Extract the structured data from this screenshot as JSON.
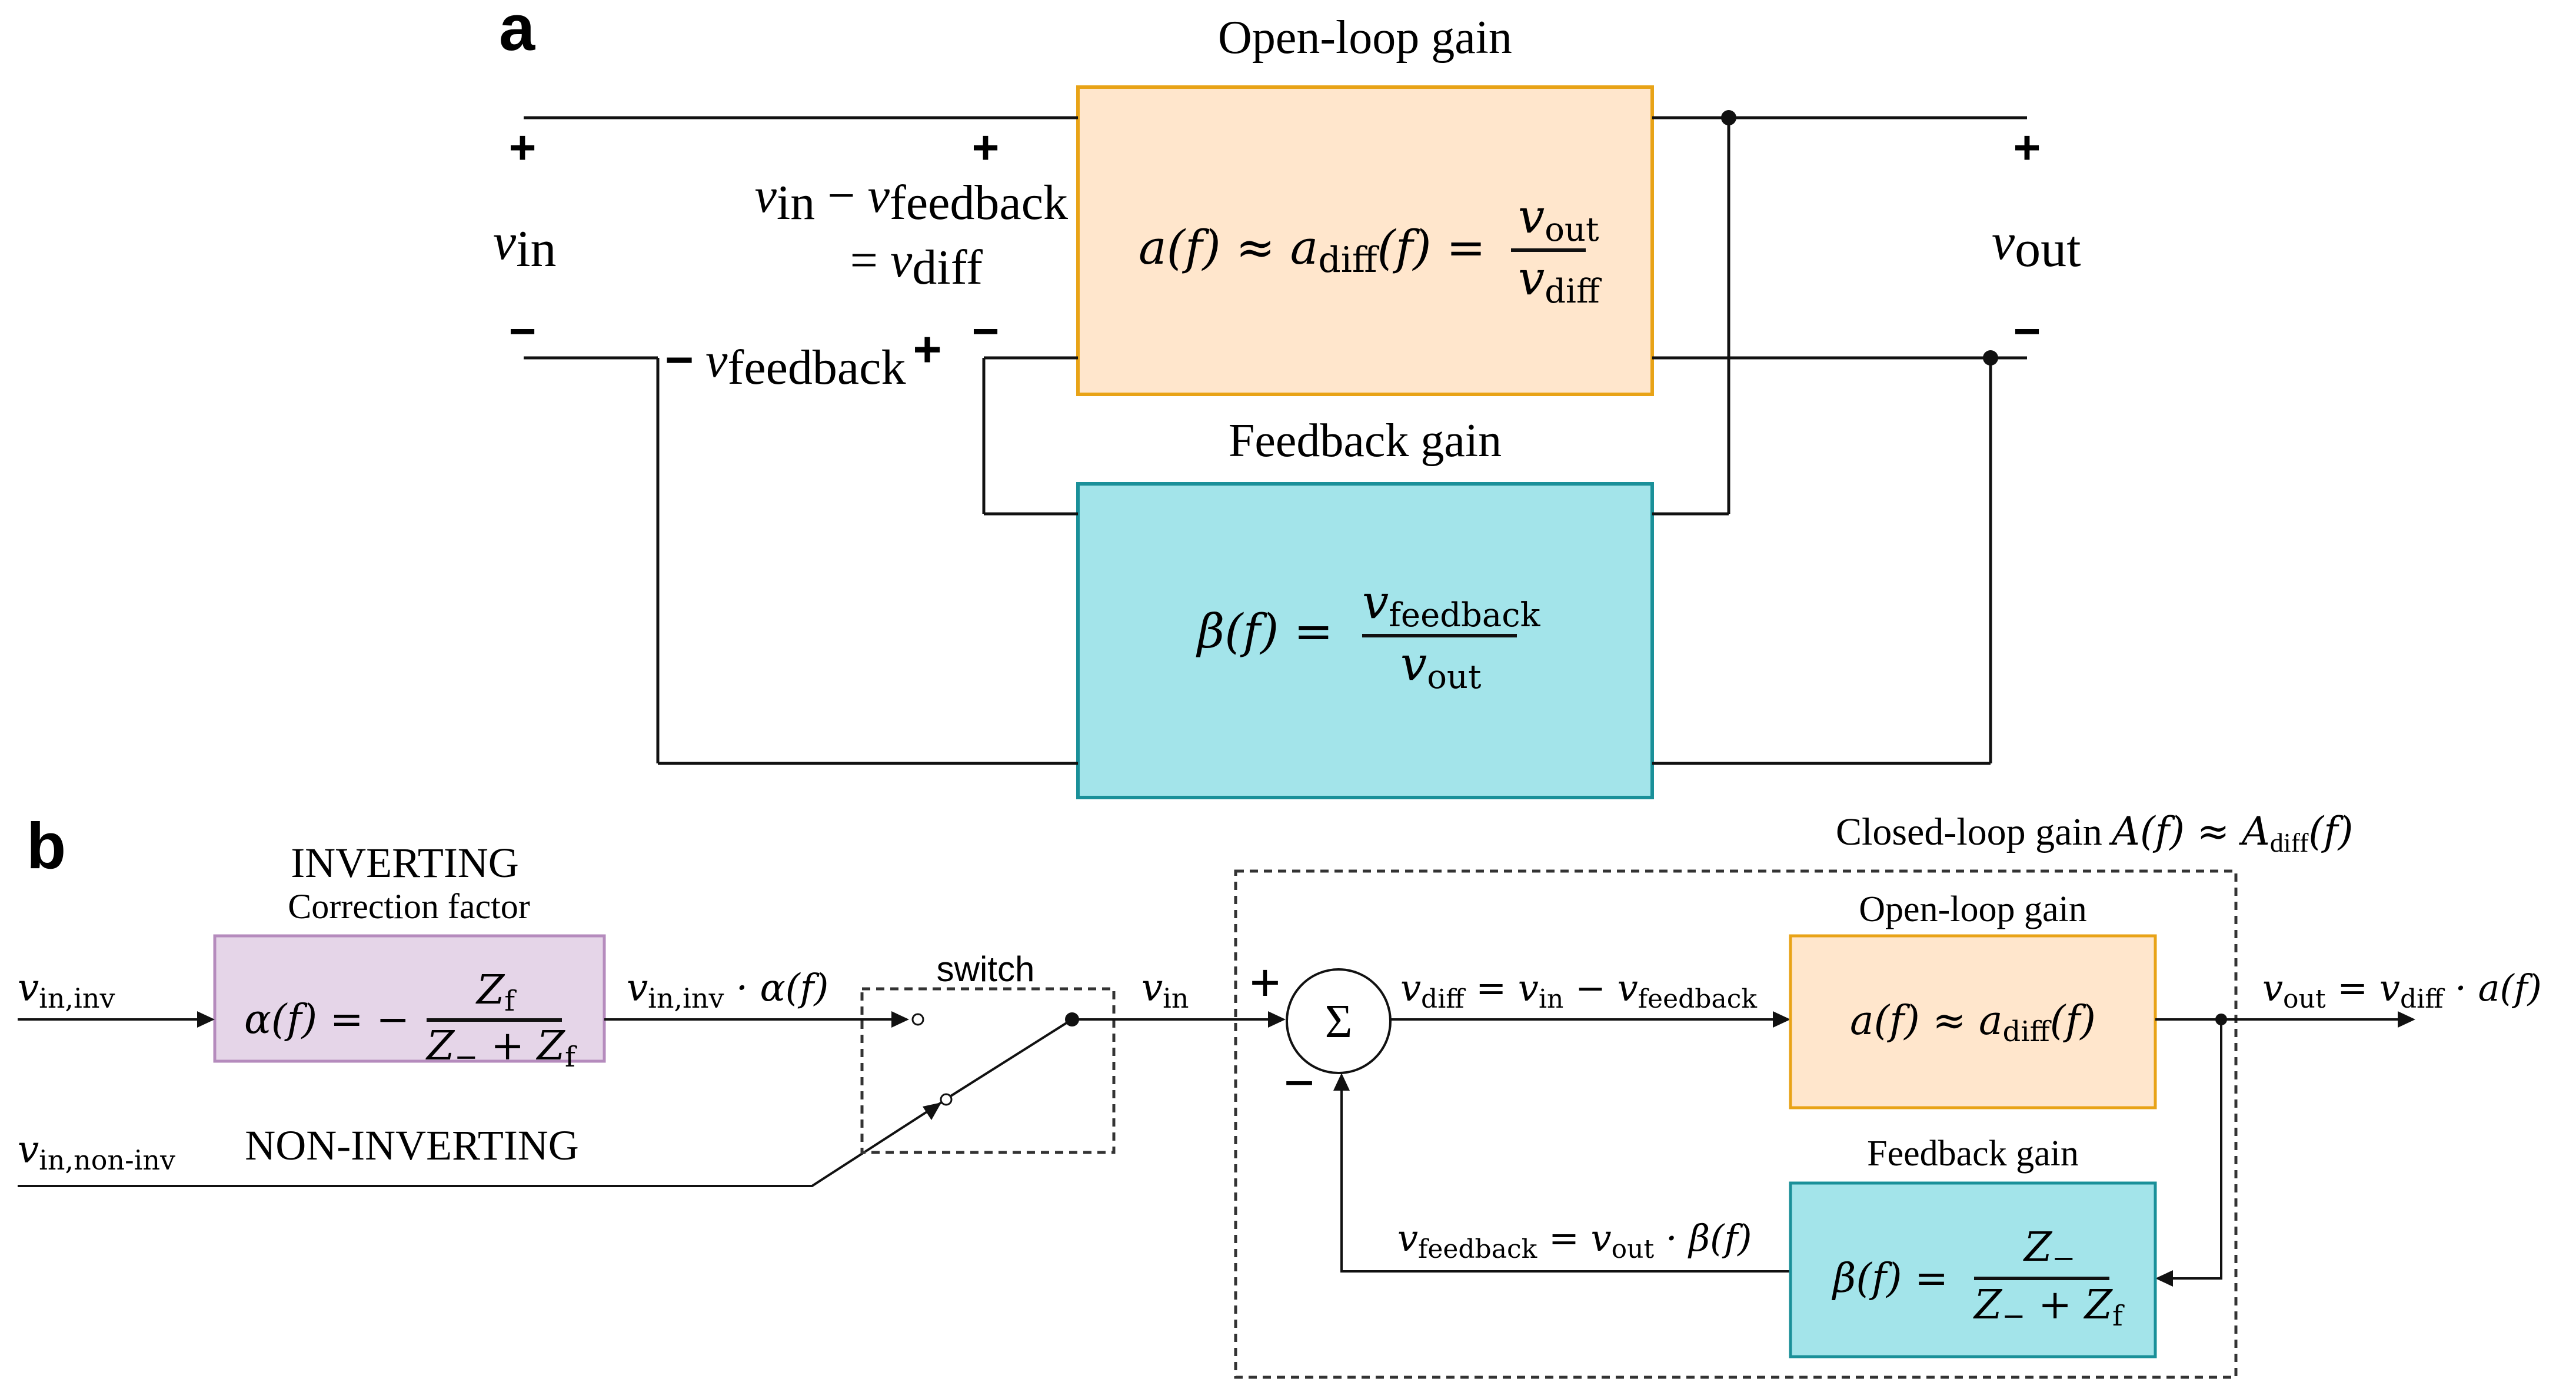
{
  "colors": {
    "open_loop_fill": "#FFE6CC",
    "open_loop_stroke": "#E8A317",
    "feedback_fill": "#A3E4EA",
    "feedback_stroke": "#1A9099",
    "correction_fill": "#E5D5E8",
    "correction_stroke": "#B58BBD"
  },
  "panel_a": {
    "label": "a",
    "open_loop_title": "Open-loop gain",
    "open_loop_formula": {
      "lhs": "a(f) ≈ a",
      "lhs_sub": "diff",
      "lhs_tail": "(f) =",
      "num": "v",
      "num_sub": "out",
      "den": "v",
      "den_sub": "diff"
    },
    "feedback_title": "Feedback gain",
    "feedback_formula": {
      "lhs": "β(f) =",
      "num": "v",
      "num_sub": "feedback",
      "den": "v",
      "den_sub": "out"
    },
    "vin": {
      "main": "v",
      "sub": "in"
    },
    "vout": {
      "main": "v",
      "sub": "out"
    },
    "vdiff_line1": {
      "a": "v",
      "a_sub": "in",
      "op": " − ",
      "b": "v",
      "b_sub": "feedback"
    },
    "vdiff_line2": {
      "eq": "= ",
      "v": "v",
      "sub": "diff"
    },
    "vfeedback": {
      "minus": "−",
      "v": "v",
      "sub": "feedback",
      "plus": "+"
    },
    "plus": "+",
    "minus": "−"
  },
  "panel_b": {
    "label": "b",
    "inverting_title": "INVERTING",
    "correction_title": "Correction factor",
    "correction_formula": {
      "lhs": "α(f) = −",
      "num": "Z",
      "num_sub": "f",
      "den": "Z",
      "den_sub": "−",
      "den_plus": " + Z",
      "den_sub2": "f"
    },
    "non_inverting_title": "NON-INVERTING",
    "vin_inv": {
      "v": "v",
      "sub": "in,inv"
    },
    "vin_noninv": {
      "v": "v",
      "sub": "in,non-inv"
    },
    "vin_inv_alpha": {
      "v": "v",
      "sub": "in,inv",
      "tail": " · α(f)"
    },
    "switch_label": "switch",
    "vin": {
      "v": "v",
      "sub": "in"
    },
    "closed_loop_title": {
      "text": "Closed-loop gain ",
      "a": "A(f) ≈ A",
      "sub": "diff",
      "tail": "(f)"
    },
    "sum_symbol": "Σ",
    "sum_plus": "+",
    "sum_minus": "−",
    "vdiff_eq": {
      "v": "v",
      "sub": "diff",
      "eq": " = ",
      "v2": "v",
      "sub2": "in",
      "op": " − ",
      "v3": "v",
      "sub3": "feedback"
    },
    "open_loop_title": "Open-loop gain",
    "open_loop_formula": {
      "a": "a(f) ≈ a",
      "sub": "diff",
      "tail": "(f)"
    },
    "vout_eq": {
      "v": "v",
      "sub": "out",
      "eq": " = ",
      "v2": "v",
      "sub2": "diff",
      "tail": " · a(f)"
    },
    "feedback_title": "Feedback gain",
    "feedback_formula": {
      "lhs": "β(f) =",
      "num": "Z",
      "num_sub": "−",
      "den": "Z",
      "den_sub": "−",
      "den_plus": " + Z",
      "den_sub2": "f"
    },
    "vfeedback_eq": {
      "v": "v",
      "sub": "feedback",
      "eq": " = ",
      "v2": "v",
      "sub2": "out",
      "tail": " · β(f)"
    }
  }
}
